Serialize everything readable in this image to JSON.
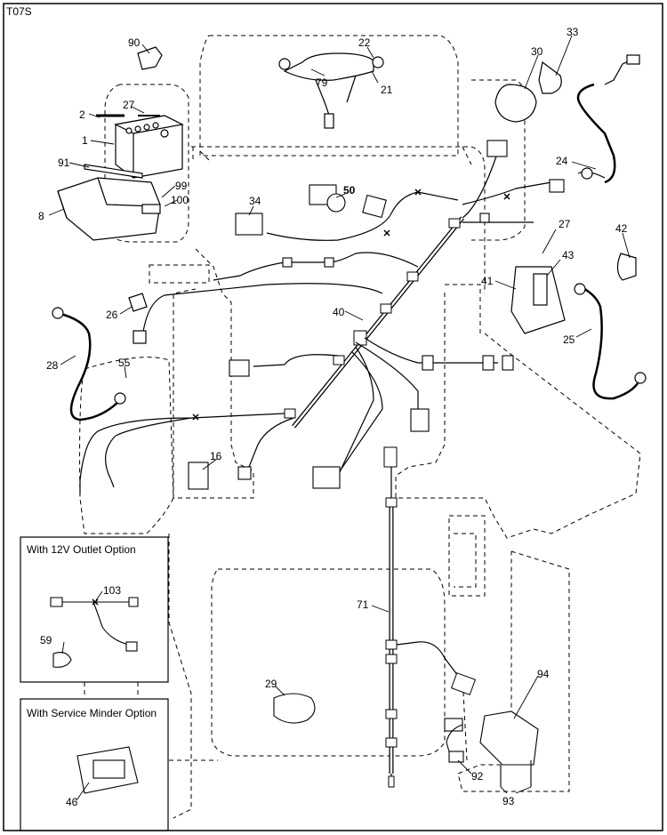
{
  "diagram_code": "T07S",
  "callouts": [
    {
      "id": "90",
      "label": "90"
    },
    {
      "id": "22",
      "label": "22"
    },
    {
      "id": "79",
      "label": "79"
    },
    {
      "id": "21",
      "label": "21"
    },
    {
      "id": "30",
      "label": "30"
    },
    {
      "id": "33",
      "label": "33"
    },
    {
      "id": "2",
      "label": "2"
    },
    {
      "id": "27a",
      "label": "27"
    },
    {
      "id": "1",
      "label": "1"
    },
    {
      "id": "91",
      "label": "91"
    },
    {
      "id": "99",
      "label": "99"
    },
    {
      "id": "100",
      "label": "100"
    },
    {
      "id": "8",
      "label": "8"
    },
    {
      "id": "34",
      "label": "34"
    },
    {
      "id": "50",
      "label": "50"
    },
    {
      "id": "24",
      "label": "24"
    },
    {
      "id": "27b",
      "label": "27"
    },
    {
      "id": "42",
      "label": "42"
    },
    {
      "id": "43",
      "label": "43"
    },
    {
      "id": "41",
      "label": "41"
    },
    {
      "id": "26",
      "label": "26"
    },
    {
      "id": "40",
      "label": "40"
    },
    {
      "id": "25",
      "label": "25"
    },
    {
      "id": "28",
      "label": "28"
    },
    {
      "id": "55",
      "label": "55"
    },
    {
      "id": "16",
      "label": "16"
    },
    {
      "id": "103",
      "label": "103"
    },
    {
      "id": "59",
      "label": "59"
    },
    {
      "id": "71",
      "label": "71"
    },
    {
      "id": "29",
      "label": "29"
    },
    {
      "id": "94",
      "label": "94"
    },
    {
      "id": "46",
      "label": "46"
    },
    {
      "id": "92",
      "label": "92"
    },
    {
      "id": "93",
      "label": "93"
    }
  ],
  "option_boxes": {
    "outlet": {
      "title": "With 12V Outlet Option"
    },
    "minder": {
      "title": "With Service Minder Option"
    }
  }
}
